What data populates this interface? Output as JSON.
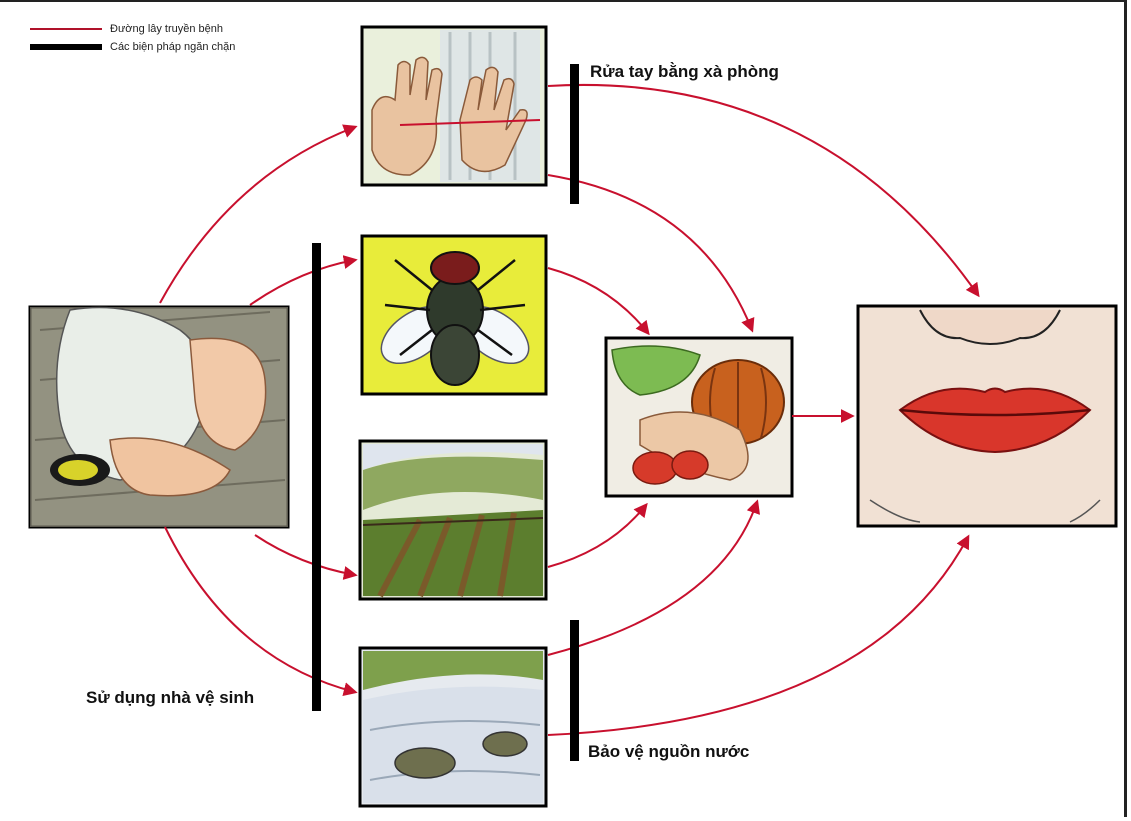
{
  "legend": {
    "transmission_route": "Đường lây truyền bệnh",
    "prevention_measures": "Các biện pháp ngăn chặn"
  },
  "barriers": {
    "handwashing": "Rửa tay bằng xà phòng",
    "latrine": "Sử dụng nhà vệ sinh",
    "water_protection": "Bảo vệ nguồn nước"
  },
  "colors": {
    "arrow": "#c8102e",
    "barrier": "#000000",
    "fly_background": "#e8ec3a"
  },
  "icons": [
    "feces-person-icon",
    "hands-icon",
    "fly-icon",
    "field-icon",
    "water-icon",
    "food-icon",
    "mouth-icon"
  ]
}
